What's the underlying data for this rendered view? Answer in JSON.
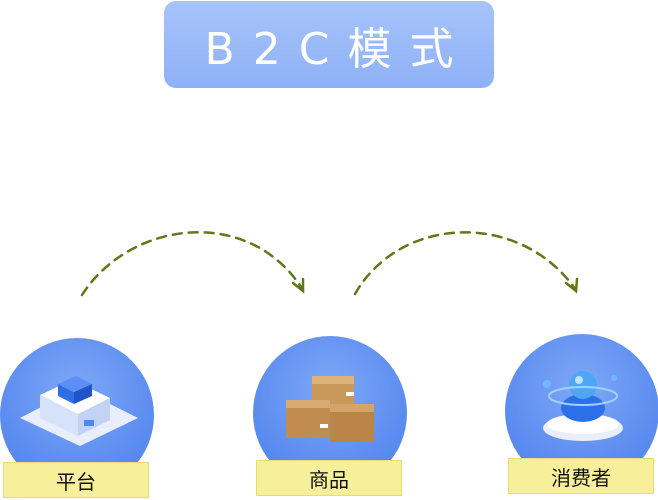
{
  "title": "B2C模式",
  "nodes": [
    {
      "label": "平台",
      "icon": "platform-cube-icon"
    },
    {
      "label": "商品",
      "icon": "boxes-icon"
    },
    {
      "label": "消费者",
      "icon": "consumer-figure-icon"
    }
  ],
  "colors": {
    "title_bg": "#93b4f7",
    "circle": "#5c8df0",
    "label_bg": "#f7ef9a",
    "arrow": "#5e7a16"
  }
}
